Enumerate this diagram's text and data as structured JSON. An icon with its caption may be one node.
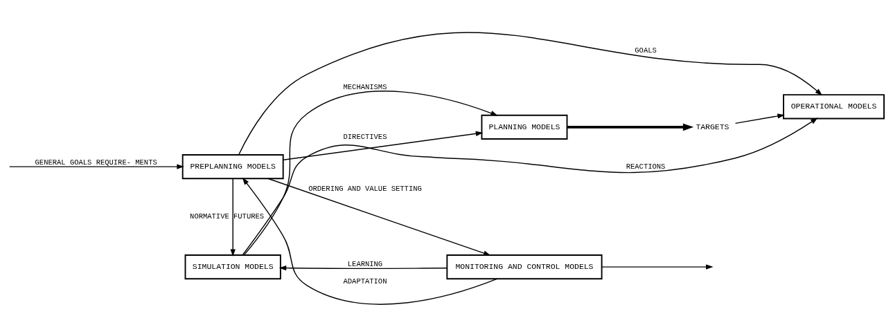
{
  "diagram": {
    "nodes": [
      {
        "text": [
          "PREPLANNING MODELS"
        ]
      },
      {
        "text": [
          "PLANNING MODELS"
        ]
      },
      {
        "text": [
          "TARGETS"
        ]
      },
      {
        "text": [
          "OPERATIONAL MODELS"
        ]
      },
      {
        "text": [
          "MONITORING AND CONTROL MODELS"
        ]
      },
      {
        "text": [
          "SIMULATION MODELS"
        ]
      }
    ],
    "edges": [
      {
        "from": null,
        "to": 0,
        "arrow": "to",
        "label": "GENERAL GOALS REQUIRE- MENTS"
      },
      {
        "from": 0,
        "to": 5,
        "arrow": "to",
        "label": "NORMATIVE FUTURES"
      },
      {
        "from": 0,
        "to": 1,
        "arrow": "to",
        "label": "DIRECTIVES"
      },
      {
        "from": 5,
        "to": 1,
        "arrow": "to",
        "label": "MECHANISMS"
      },
      {
        "from": 1,
        "to": 2,
        "arrow": "to",
        "style": "thick"
      },
      {
        "from": 2,
        "to": 3,
        "arrow": "to"
      },
      {
        "from": 0,
        "to": 3,
        "arrow": "to",
        "label": "GOALS"
      },
      {
        "from": 0,
        "to": 4,
        "arrow": "to",
        "label": "ORDERING AND VALUE SETTING"
      },
      {
        "from": 5,
        "to": 3,
        "arrow": "to",
        "label": "REACTIONS"
      },
      {
        "from": 4,
        "to": null,
        "arrow": "to"
      },
      {
        "from": 4,
        "to": 0,
        "arrow": "to",
        "label": "ADAPTATION"
      },
      {
        "from": 4,
        "to": 5,
        "arrow": "to",
        "label": "LEARNING"
      }
    ]
  }
}
